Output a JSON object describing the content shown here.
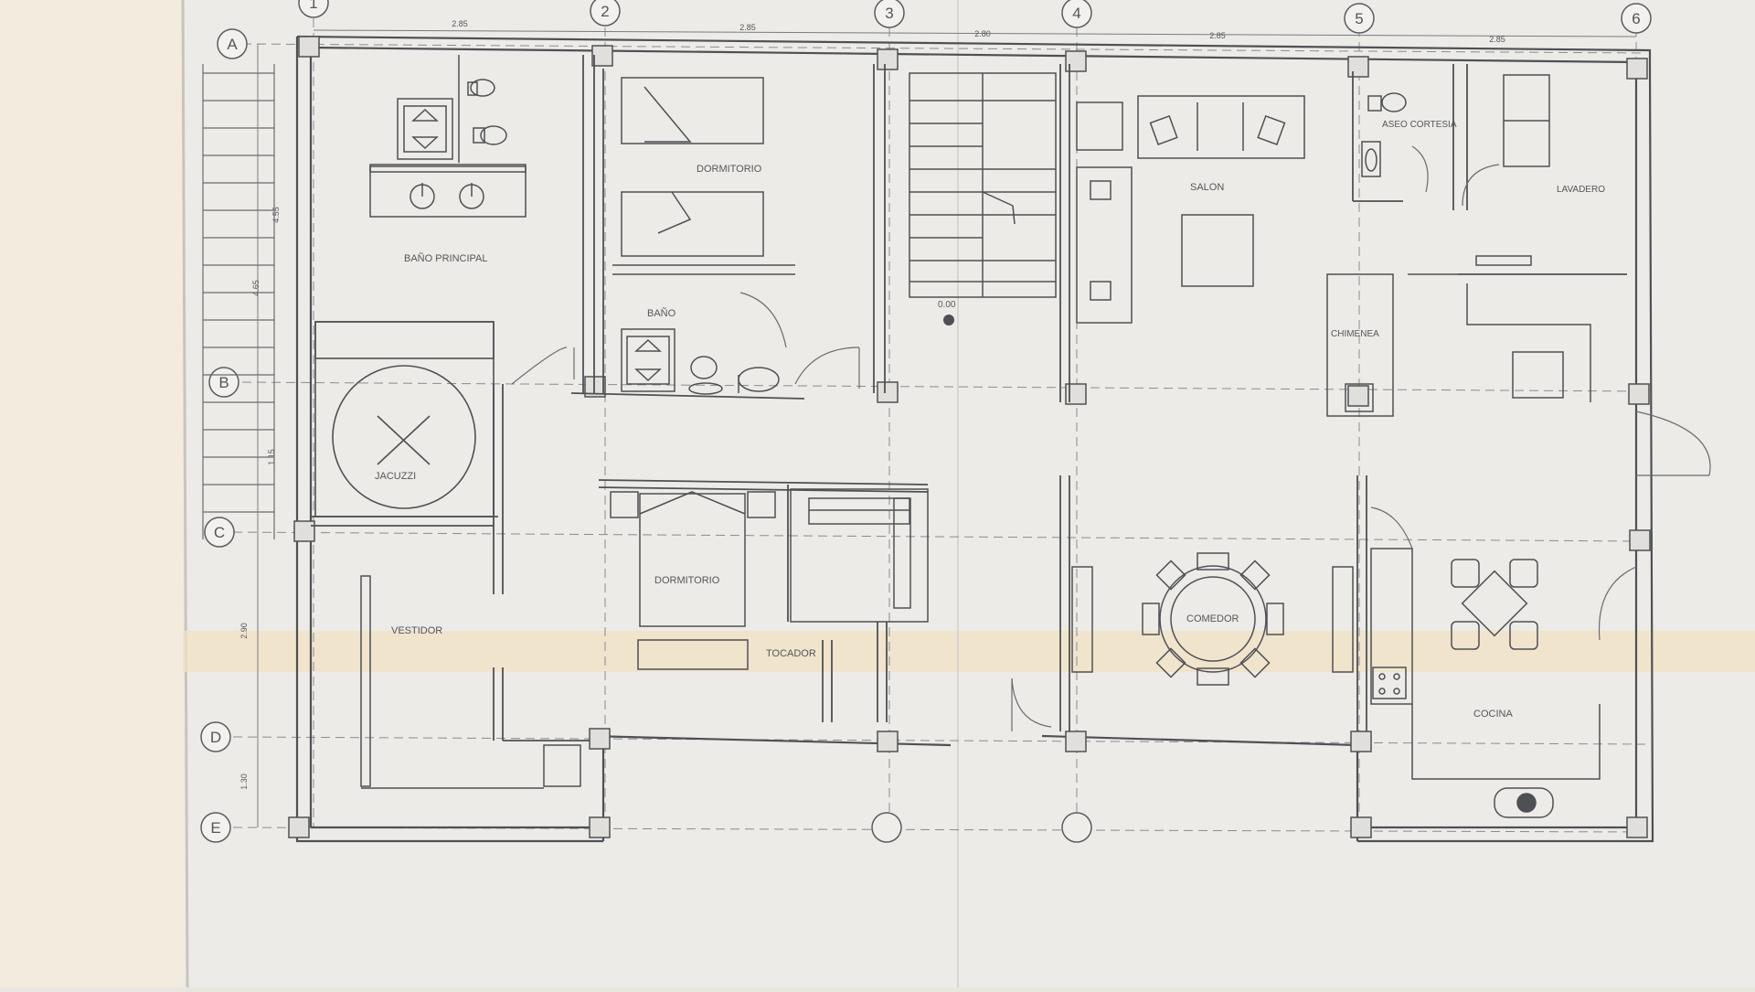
{
  "grid": {
    "columns": [
      "1",
      "2",
      "3",
      "4",
      "5",
      "6"
    ],
    "rows": [
      "A",
      "B",
      "C",
      "D",
      "E"
    ],
    "column_spacings": [
      "2.85",
      "2.85",
      "2.80",
      "2.85",
      "2.85"
    ],
    "row_dimensions": [
      "4.55",
      "4.65",
      "1.15",
      "2.90",
      "1.30"
    ]
  },
  "rooms": {
    "bano_principal": "BAÑO PRINCIPAL",
    "dormitorio_top": "DORMITORIO",
    "bano": "BAÑO",
    "jacuzzi": "JACUZZI",
    "vestidor": "VESTIDOR",
    "dormitorio_bottom": "DORMITORIO",
    "tocador": "TOCADOR",
    "salon": "SALON",
    "aseo_cortesia": "ASEO CORTESIA",
    "lavadero": "LAVADERO",
    "chimenea": "CHIMENEA",
    "comedor": "COMEDOR",
    "cocina": "COCINA"
  },
  "level_mark": "0.00",
  "colors": {
    "line": "#5b5c60",
    "paper": "#ecebe7",
    "paper_left": "#f3ebdd",
    "fold_band": "#f1e2c4",
    "label": "#55565a"
  }
}
